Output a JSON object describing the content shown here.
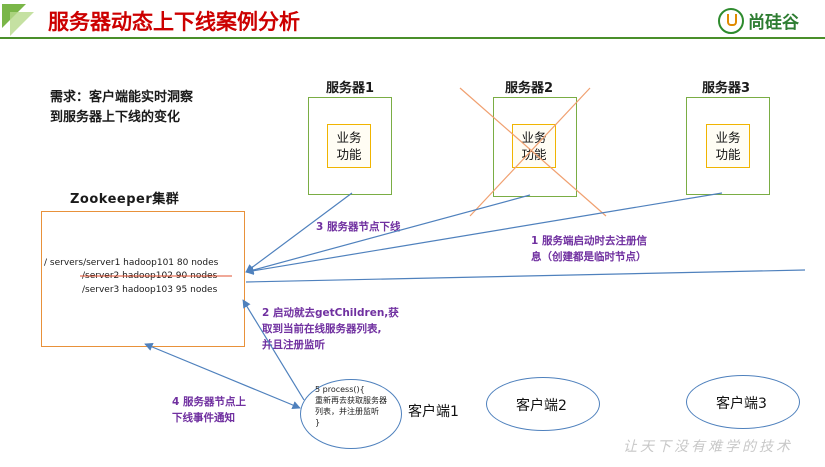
{
  "header": {
    "title": "服务器动态上下线案例分析",
    "brand": "尚硅谷",
    "colors": {
      "title": "#cc0000",
      "rule": "#4a8f2a",
      "brand": "#2e7d32"
    }
  },
  "requirement": {
    "line1": "需求：客户端能实时洞察",
    "line2": "到服务器上下线的变化"
  },
  "servers": [
    {
      "title": "服务器1",
      "biz_line1": "业务",
      "biz_line2": "功能",
      "offline": false
    },
    {
      "title": "服务器2",
      "biz_line1": "业务",
      "biz_line2": "功能",
      "offline": true
    },
    {
      "title": "服务器3",
      "biz_line1": "业务",
      "biz_line2": "功能",
      "offline": false
    }
  ],
  "zookeeper": {
    "title": "Zookeeper集群",
    "nodes": [
      {
        "text": "/ servers/server1 hadoop101 80 nodes",
        "struck": false
      },
      {
        "text": "/server2 hadoop102 90 nodes",
        "struck": true
      },
      {
        "text": "/server3 hadoop103 95 nodes",
        "struck": false
      }
    ]
  },
  "notes": {
    "step1_line1": "1 服务端启动时去注册信",
    "step1_line2": "息（创建都是临时节点）",
    "step2_line1": "2 启动就去getChildren,获",
    "step2_line2": "取到当前在线服务器列表,",
    "step2_line3": "并且注册监听",
    "step3": "3 服务器节点下线",
    "step4_line1": "4 服务器节点上",
    "step4_line2": "下线事件通知"
  },
  "clients": [
    {
      "label": "客户端1"
    },
    {
      "label": "客户端2"
    },
    {
      "label": "客户端3"
    }
  ],
  "process_code": {
    "line1": "5 process(){",
    "line2": "重新再去获取服务器",
    "line3": "列表，并注册监听",
    "line4": "}"
  },
  "slogan": "让天下没有难学的技术"
}
